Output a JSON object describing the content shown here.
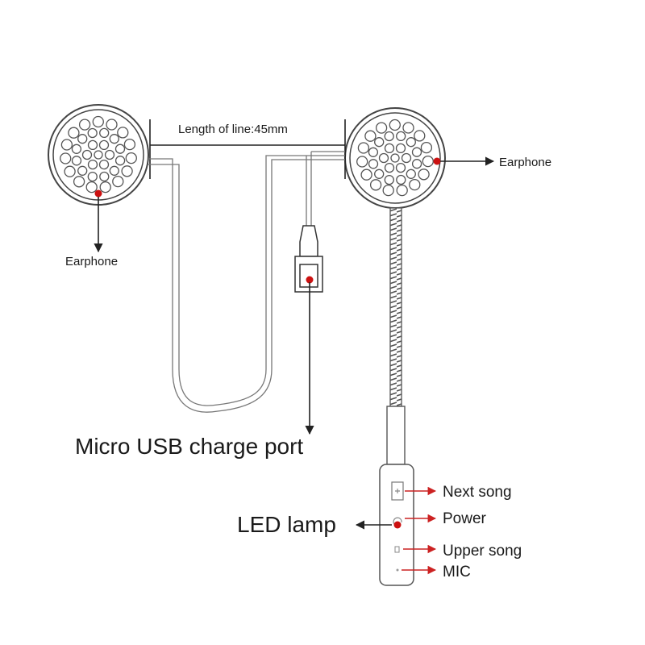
{
  "labels": {
    "line_length": "Length of line:45mm",
    "earphone_left": "Earphone",
    "earphone_right": "Earphone",
    "usb_port": "Micro USB charge port",
    "led_lamp": "LED lamp",
    "next_song": "Next song",
    "power": "Power",
    "upper_song": "Upper song",
    "mic": "MIC"
  },
  "colors": {
    "line": "#222222",
    "dot": "#cc1111",
    "arrow_red": "#cc2222",
    "outline": "#555555"
  },
  "icons": [
    "earphone-speaker-icon",
    "micro-usb-connector-icon",
    "control-remote-icon"
  ]
}
